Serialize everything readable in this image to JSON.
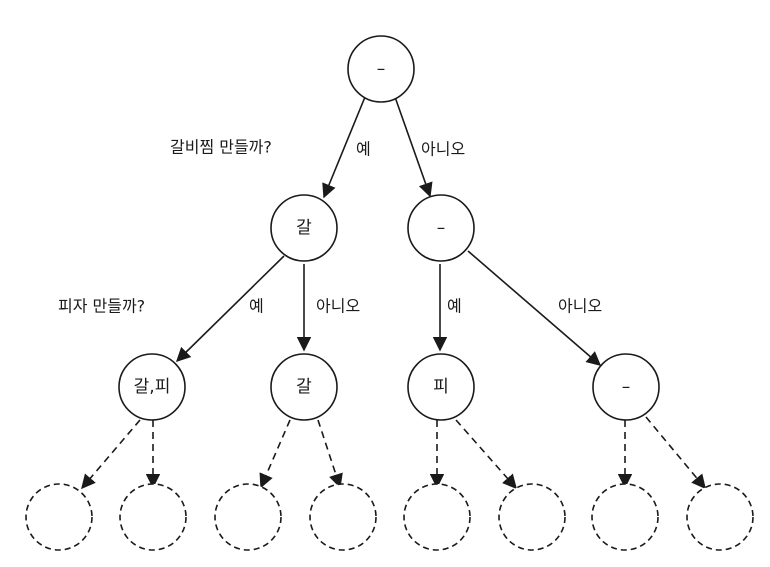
{
  "questions": {
    "q1": "갈비찜 만들까?",
    "q2": "피자 만들까?"
  },
  "nodes": {
    "root": "–",
    "l1_left": "갈",
    "l1_right": "–",
    "l2_1": "갈,피",
    "l2_2": "갈",
    "l2_3": "피",
    "l2_4": "–"
  },
  "edge_labels": {
    "root_yes": "예",
    "root_no": "아니오",
    "l1_left_yes": "예",
    "l1_left_no": "아니오",
    "l1_right_yes": "예",
    "l1_right_no": "아니오"
  }
}
